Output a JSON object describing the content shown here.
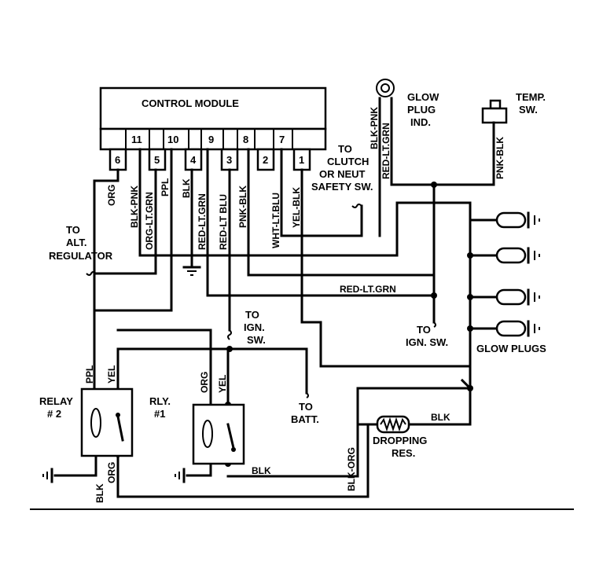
{
  "module": {
    "title": "CONTROL MODULE",
    "pins_top": [
      "11",
      "10",
      "9",
      "8",
      "7"
    ],
    "pins_bottom": [
      "6",
      "5",
      "4",
      "3",
      "2",
      "1"
    ]
  },
  "wires": {
    "org": "ORG",
    "blk_pnk": "BLK-PNK",
    "org_lt_grn": "ORG-LT.GRN",
    "ppl": "PPL",
    "blk": "BLK",
    "red_lt_grn": "RED-LT.GRN",
    "red_lt_blu": "RED-LT BLU",
    "pnk_blk": "PNK-BLK",
    "wht_lt_blu": "WHT-LT.BLU",
    "yel_blk": "YEL-BLK",
    "blk_pnk_ind": "BLK-PNK",
    "red_lt_grn_ind": "RED-LT.GRN",
    "pnk_blk_temp": "PNK-BLK",
    "red_lt_grn_h": "RED-LT.GRN",
    "ppl_r2": "PPL",
    "yel_r2": "YEL",
    "org_r1": "ORG",
    "yel_r1": "YEL",
    "blk_bot": "BLK",
    "blk_r2": "BLK",
    "org_r2": "ORG",
    "blk_org": "BLK-ORG",
    "blk_res": "BLK"
  },
  "labels": {
    "to_alt_1": "TO",
    "to_alt_2": "ALT.",
    "to_alt_3": "REGULATOR",
    "to_clutch_1": "TO",
    "to_clutch_2": "CLUTCH",
    "to_clutch_3": "OR NEUT",
    "to_clutch_4": "SAFETY SW.",
    "glow_ind_1": "GLOW",
    "glow_ind_2": "PLUG",
    "glow_ind_3": "IND.",
    "temp_sw_1": "TEMP.",
    "temp_sw_2": "SW.",
    "to_ign_1": "TO",
    "to_ign_2": "IGN.",
    "to_ign_3": "SW.",
    "to_ign2_1": "TO",
    "to_ign2_2": "IGN. SW.",
    "glow_plugs": "GLOW PLUGS",
    "to_batt_1": "TO",
    "to_batt_2": "BATT.",
    "relay2_1": "RELAY",
    "relay2_2": "# 2",
    "rly1_1": "RLY.",
    "rly1_2": "#1",
    "dropping_1": "DROPPING",
    "dropping_2": "RES."
  }
}
